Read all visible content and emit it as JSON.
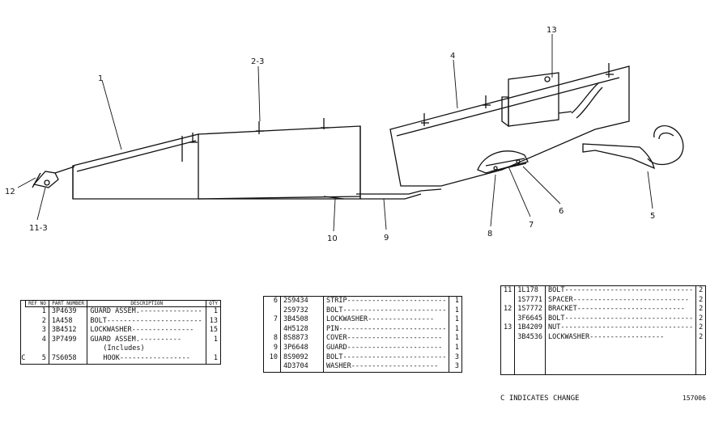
{
  "callouts": {
    "c1": "1",
    "c2_3": "2-3",
    "c4": "4",
    "c13": "13",
    "c12": "12",
    "c11_3": "11-3",
    "c10": "10",
    "c9": "9",
    "c8": "8",
    "c7": "7",
    "c6": "6",
    "c5": "5"
  },
  "table1": {
    "headers": {
      "ref": "REF NO",
      "part": "PART NUMBER",
      "desc": "DESCRIPTION",
      "qty": "QTY"
    },
    "rows": [
      {
        "mark": "",
        "ref": "1",
        "part": "3P4639",
        "desc": "GUARD ASSEM.",
        "qty": "1"
      },
      {
        "mark": "",
        "ref": "2",
        "part": "1A458",
        "desc": "BOLT",
        "qty": "13"
      },
      {
        "mark": "",
        "ref": "3",
        "part": "3B4512",
        "desc": "LOCKWASHER",
        "qty": "15"
      },
      {
        "mark": "",
        "ref": "4",
        "part": "3P7499",
        "desc": "GUARD ASSEM.",
        "qty": "1"
      },
      {
        "mark": "",
        "ref": "",
        "part": "",
        "desc": "(Includes)",
        "qty": ""
      },
      {
        "mark": "C",
        "ref": "5",
        "part": "7S6058",
        "desc": "HOOK",
        "qty": "1"
      }
    ]
  },
  "table2": {
    "rows": [
      {
        "ref": "6",
        "part": "2S9434",
        "desc": "STRIP",
        "qty": "1"
      },
      {
        "ref": "",
        "part": "2S9732",
        "desc": "BOLT",
        "qty": "1"
      },
      {
        "ref": "7",
        "part": "3B4508",
        "desc": "LOCKWASHER",
        "qty": "1"
      },
      {
        "ref": "",
        "part": "4H5128",
        "desc": "PIN",
        "qty": "1"
      },
      {
        "ref": "8",
        "part": "8S8873",
        "desc": "COVER",
        "qty": "1"
      },
      {
        "ref": "9",
        "part": "3P6648",
        "desc": "GUARD",
        "qty": "1"
      },
      {
        "ref": "10",
        "part": "8S9092",
        "desc": "BOLT",
        "qty": "3"
      },
      {
        "ref": "",
        "part": "4D3704",
        "desc": "WASHER",
        "qty": "3"
      }
    ]
  },
  "table3": {
    "rows": [
      {
        "ref": "11",
        "part": "1L178",
        "desc": "BOLT",
        "qty": "2"
      },
      {
        "ref": "",
        "part": "1S7771",
        "desc": "SPACER",
        "qty": "2"
      },
      {
        "ref": "12",
        "part": "1S7772",
        "desc": "BRACKET",
        "qty": "2"
      },
      {
        "ref": "",
        "part": "3F6645",
        "desc": "BOLT",
        "qty": "2"
      },
      {
        "ref": "13",
        "part": "1B4209",
        "desc": "NUT",
        "qty": "2"
      },
      {
        "ref": "",
        "part": "3B4536",
        "desc": "LOCKWASHER",
        "qty": "2"
      }
    ]
  },
  "notes": {
    "change_note": "C INDICATES CHANGE",
    "drawing_number": "157006"
  }
}
